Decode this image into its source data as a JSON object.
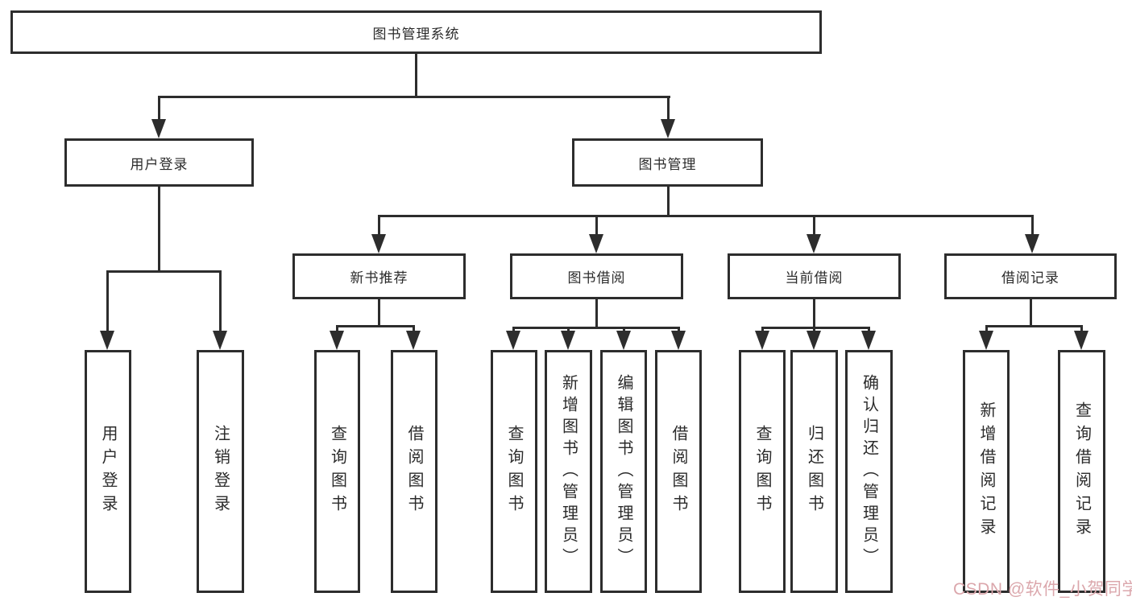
{
  "tree": {
    "label": "图书管理系统",
    "children": [
      {
        "label": "用户登录",
        "children": [
          {
            "label": "用户登录"
          },
          {
            "label": "注销登录"
          }
        ]
      },
      {
        "label": "图书管理",
        "children": [
          {
            "label": "新书推荐",
            "children": [
              {
                "label": "查询图书"
              },
              {
                "label": "借阅图书"
              }
            ]
          },
          {
            "label": "图书借阅",
            "children": [
              {
                "label": "查询图书"
              },
              {
                "label": "新增图书（管理员）"
              },
              {
                "label": "编辑图书（管理员）"
              },
              {
                "label": "借阅图书"
              }
            ]
          },
          {
            "label": "当前借阅",
            "children": [
              {
                "label": "查询图书"
              },
              {
                "label": "归还图书"
              },
              {
                "label": "确认归还（管理员）"
              }
            ]
          },
          {
            "label": "借阅记录",
            "children": [
              {
                "label": "新增借阅记录"
              },
              {
                "label": "查询借阅记录"
              }
            ]
          }
        ]
      }
    ]
  },
  "watermark": {
    "text": "CSDN @软件_小贺同学",
    "color": "#dba7ac"
  },
  "colors": {
    "line": "#2d2d2d",
    "text": "#2b2b2b",
    "background": "#ffffff"
  }
}
